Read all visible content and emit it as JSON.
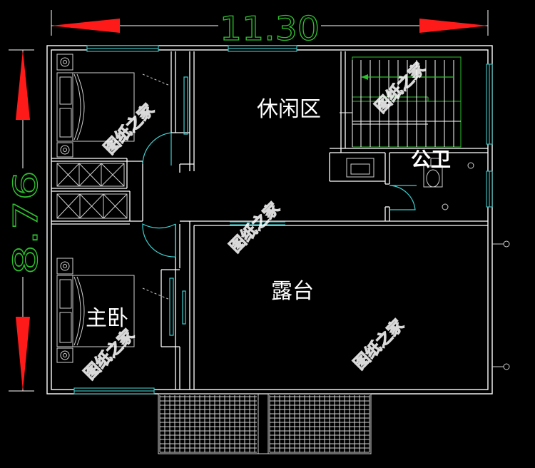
{
  "dimensions": {
    "width_label": "11.30",
    "height_label": "8.76"
  },
  "rooms": {
    "leisure_area": "休闲区",
    "terrace": "露台",
    "master_bedroom": "主卧",
    "bathroom": "公卫"
  },
  "watermark": "图纸之家",
  "colors": {
    "background": "#000000",
    "wall": "#ffffff",
    "window": "#3fb6b6",
    "door": "#3fd0d0",
    "dimension_text": "#2ec02e",
    "dimension_arrow": "#ff1a1a",
    "stair": "#2ec02e",
    "furniture": "#cfcfcf"
  },
  "icons": [
    "arrow-left-icon",
    "arrow-right-icon",
    "arrow-up-icon",
    "arrow-down-icon",
    "stair-arrow-icon"
  ]
}
